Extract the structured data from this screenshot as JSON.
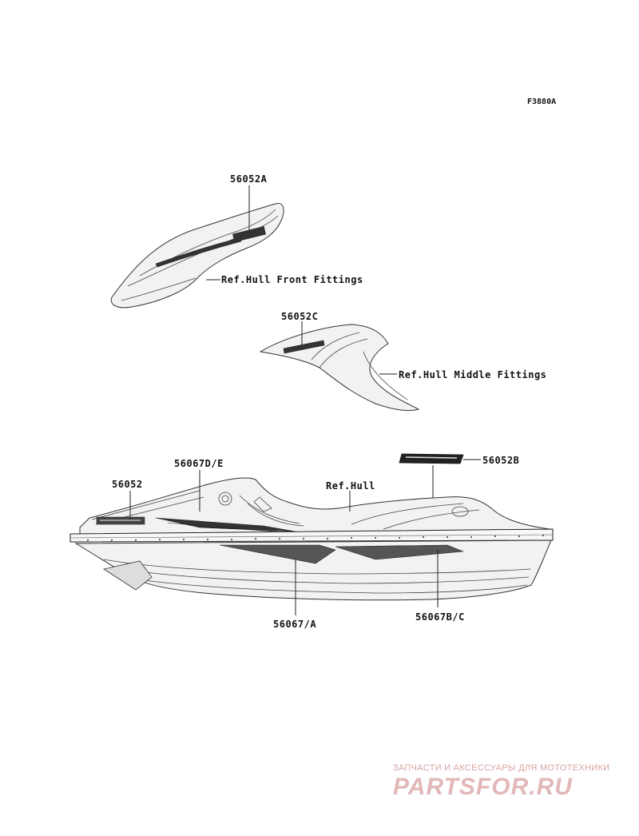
{
  "figure_id": "F3880A",
  "callouts": {
    "front_part": "56052A",
    "front_ref": "Ref.Hull Front Fittings",
    "middle_part": "56052C",
    "middle_ref": "Ref.Hull Middle Fittings",
    "logo_part": "56052B",
    "hull_ref": "Ref.Hull",
    "deck_decal_de": "56067D/E",
    "bow_decal": "56052",
    "side_decal_a": "56067/A",
    "side_decal_bc": "56067B/C"
  },
  "watermark": {
    "subtitle": "ЗАПЧАСТИ И АКСЕССУАРЫ ДЛЯ МОТОТЕХНИКИ",
    "brand": "PARTSFOR.RU"
  }
}
